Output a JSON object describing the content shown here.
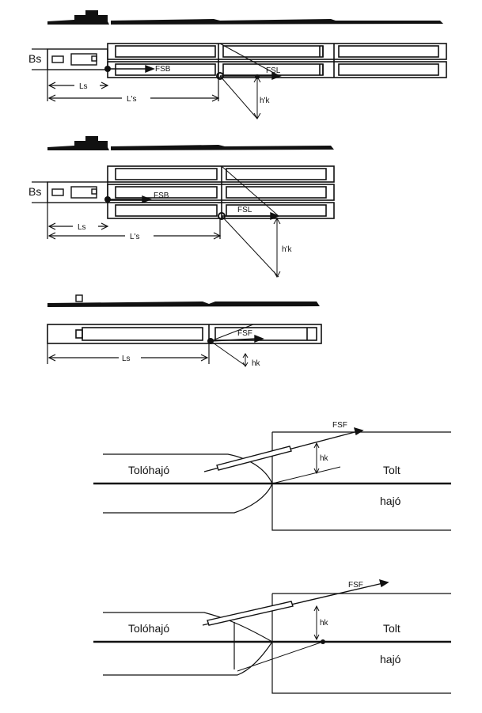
{
  "labels": {
    "bs": "Bs",
    "fsb": "FSB",
    "fsl": "FSL",
    "fsf": "FSF",
    "ls": "Ls",
    "ls_prime": "L's",
    "hk_prime": "h'k",
    "hk": "hk",
    "toloh": "Tolóhajó",
    "tolt": "Tolt",
    "hajo": "hajó"
  },
  "colors": {
    "ink": "#111111",
    "paper": "#ffffff"
  }
}
